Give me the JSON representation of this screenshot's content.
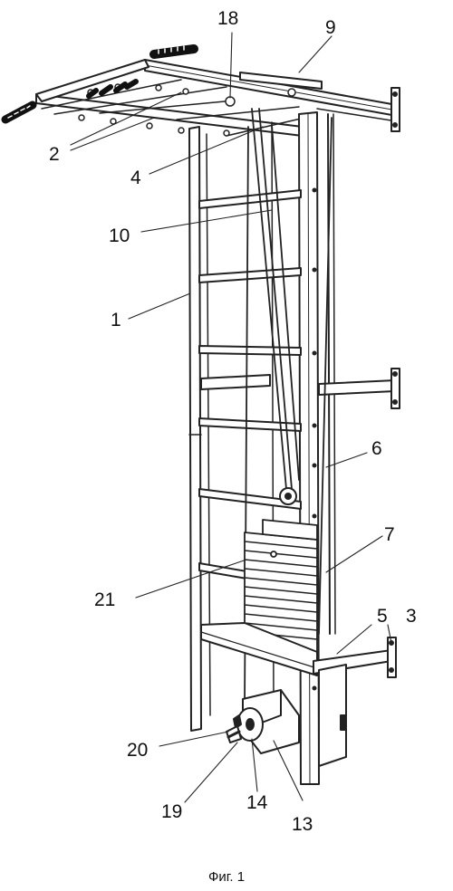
{
  "figure": {
    "caption": "Фиг. 1",
    "reference_numerals": {
      "n18": "18",
      "n9": "9",
      "n2": "2",
      "n4": "4",
      "n10": "10",
      "n1": "1",
      "n6": "6",
      "n7": "7",
      "n5": "5",
      "n3": "3",
      "n21": "21",
      "n20": "20",
      "n19": "19",
      "n14": "14",
      "n13": "13"
    }
  }
}
